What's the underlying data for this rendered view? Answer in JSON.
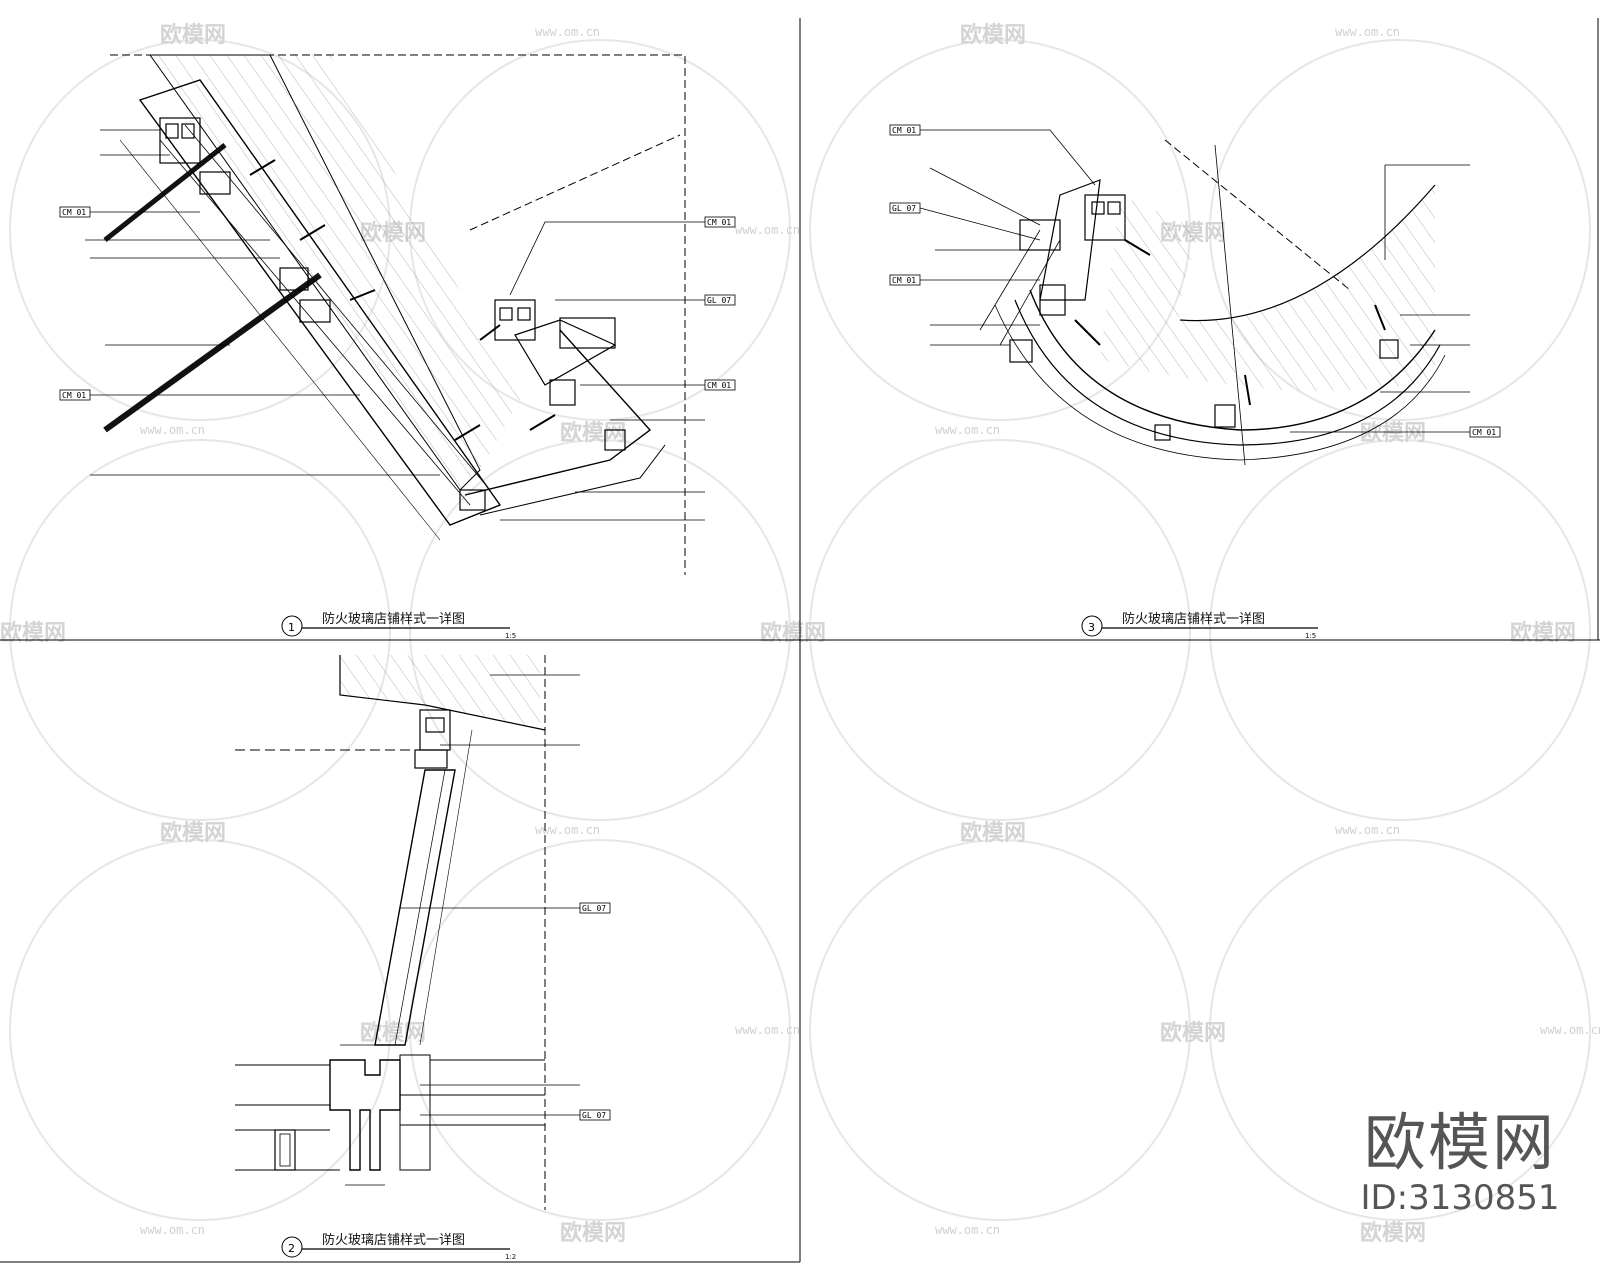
{
  "details": [
    {
      "number": "1",
      "title": "防火玻璃店铺样式一详图",
      "scale": "1:5"
    },
    {
      "number": "3",
      "title": "防火玻璃店铺样式一详图",
      "scale": "1:5"
    },
    {
      "number": "2",
      "title": "防火玻璃店铺样式一详图",
      "scale": "1:2"
    }
  ],
  "tags": {
    "cm": "CM 01",
    "gl": "GL 07"
  },
  "watermark": {
    "name": "欧模网",
    "url": "www.om.cn"
  },
  "brand": {
    "name": "欧模网",
    "id": "ID:3130851"
  }
}
